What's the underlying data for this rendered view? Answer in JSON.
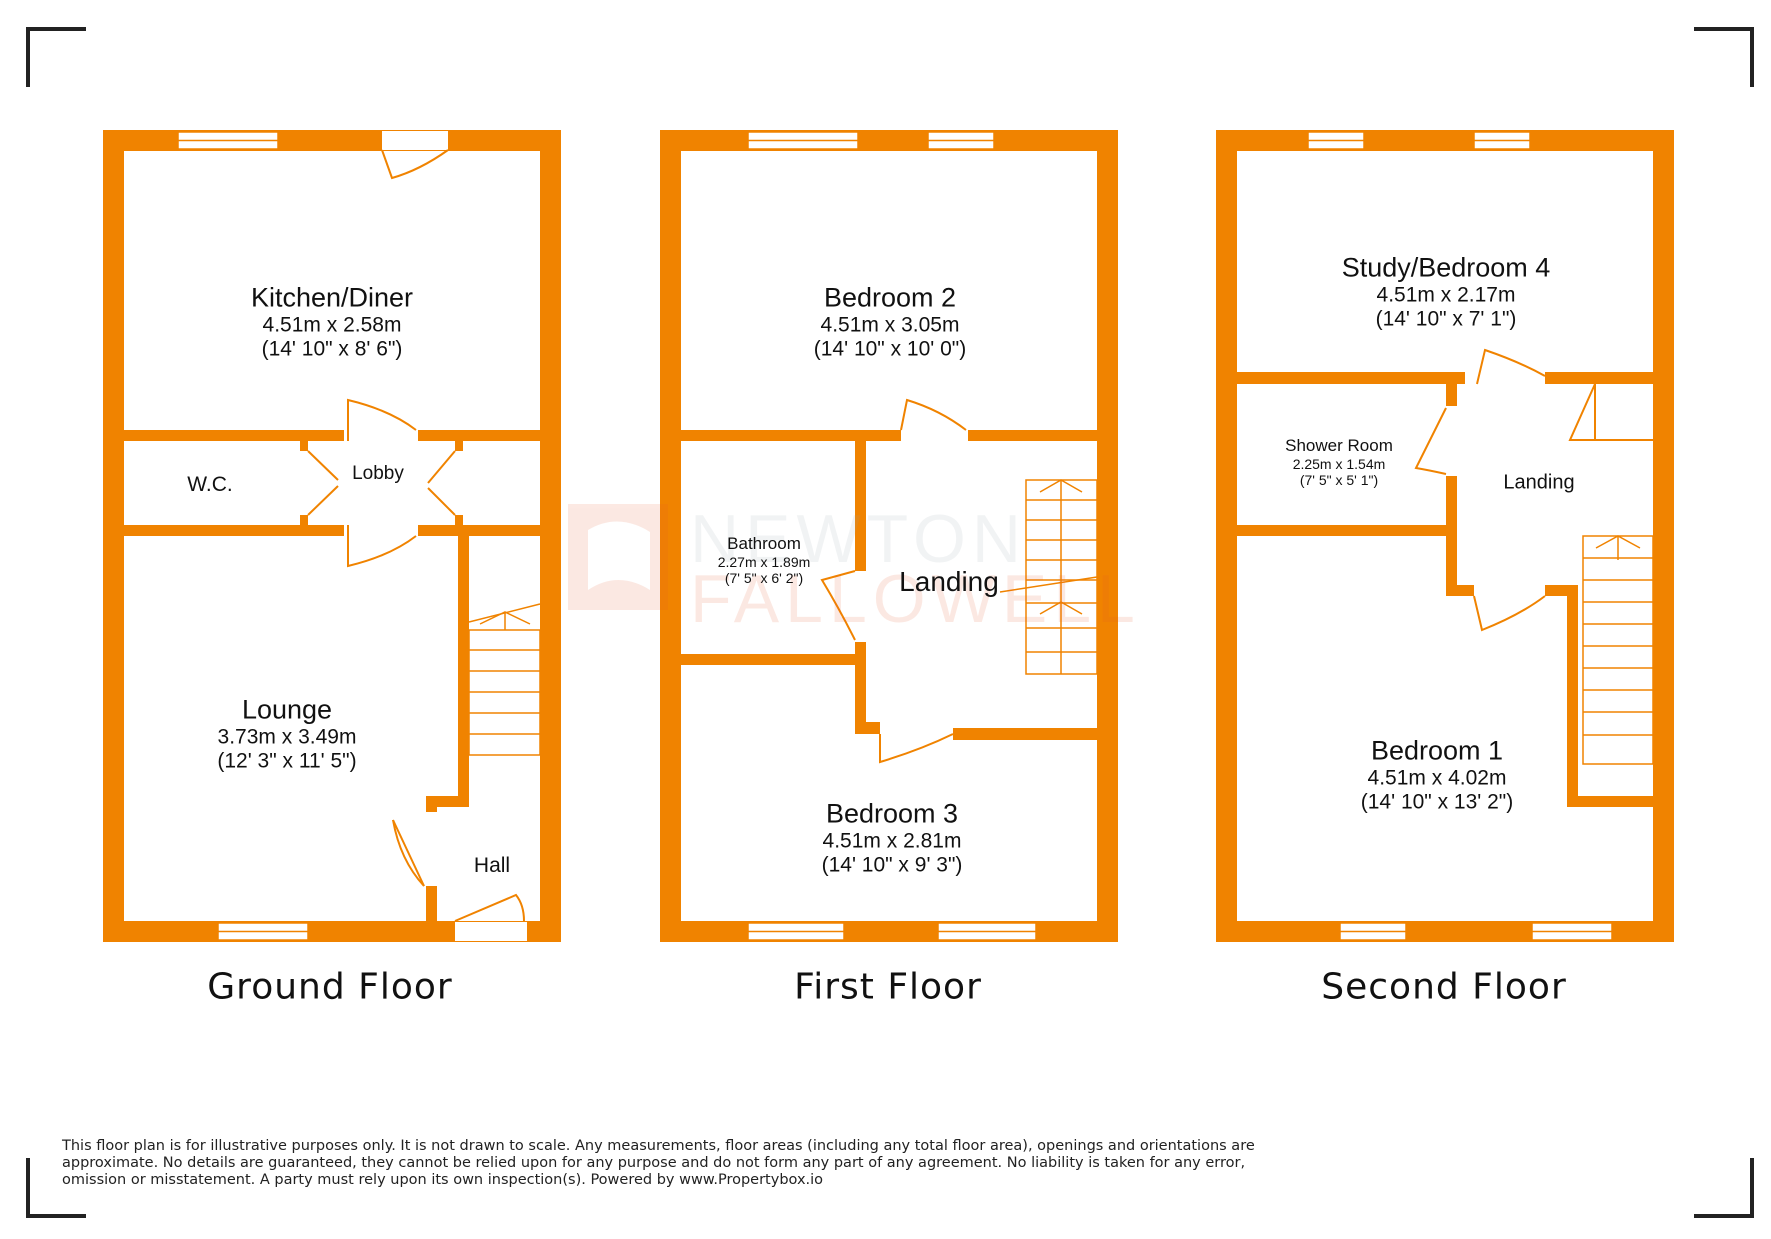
{
  "floors": {
    "ground": {
      "title": "Ground Floor",
      "kitchen": {
        "name": "Kitchen/Diner",
        "metric": "4.51m x 2.58m",
        "imperial": "(14' 10\" x 8' 6\")"
      },
      "wc": {
        "name": "W.C."
      },
      "lobby": {
        "name": "Lobby"
      },
      "lounge": {
        "name": "Lounge",
        "metric": "3.73m x 3.49m",
        "imperial": "(12' 3\" x 11' 5\")"
      },
      "hall": {
        "name": "Hall"
      }
    },
    "first": {
      "title": "First Floor",
      "bedroom2": {
        "name": "Bedroom 2",
        "metric": "4.51m x 3.05m",
        "imperial": "(14' 10\" x 10' 0\")"
      },
      "bathroom": {
        "name": "Bathroom",
        "metric": "2.27m x 1.89m",
        "imperial": "(7' 5\" x 6' 2\")"
      },
      "landing": {
        "name": "Landing"
      },
      "bedroom3": {
        "name": "Bedroom 3",
        "metric": "4.51m x 2.81m",
        "imperial": "(14' 10\" x 9' 3\")"
      }
    },
    "second": {
      "title": "Second Floor",
      "study": {
        "name": "Study/Bedroom 4",
        "metric": "4.51m x 2.17m",
        "imperial": "(14' 10\" x 7' 1\")"
      },
      "shower": {
        "name": "Shower Room",
        "metric": "2.25m x 1.54m",
        "imperial": "(7' 5\" x 5' 1\")"
      },
      "landing": {
        "name": "Landing"
      },
      "bedroom1": {
        "name": "Bedroom 1",
        "metric": "4.51m x 4.02m",
        "imperial": "(14' 10\" x 13' 2\")"
      }
    }
  },
  "watermark": {
    "line1": "NEWTON",
    "line2": "FALLOWELL"
  },
  "disclaimer": "This floor plan is for illustrative purposes only. It is not drawn to scale. Any measurements, floor areas (including any total floor area), openings and orientations are approximate. No details are guaranteed, they cannot be relied upon for any purpose and do not form any part of any agreement. No liability is taken for any error, omission or misstatement. A party must rely upon its own inspection(s). Powered by www.Propertybox.io",
  "colors": {
    "wall": "#F08300",
    "text": "#111111",
    "corner": "#222222",
    "watermark": "#E8582A"
  }
}
